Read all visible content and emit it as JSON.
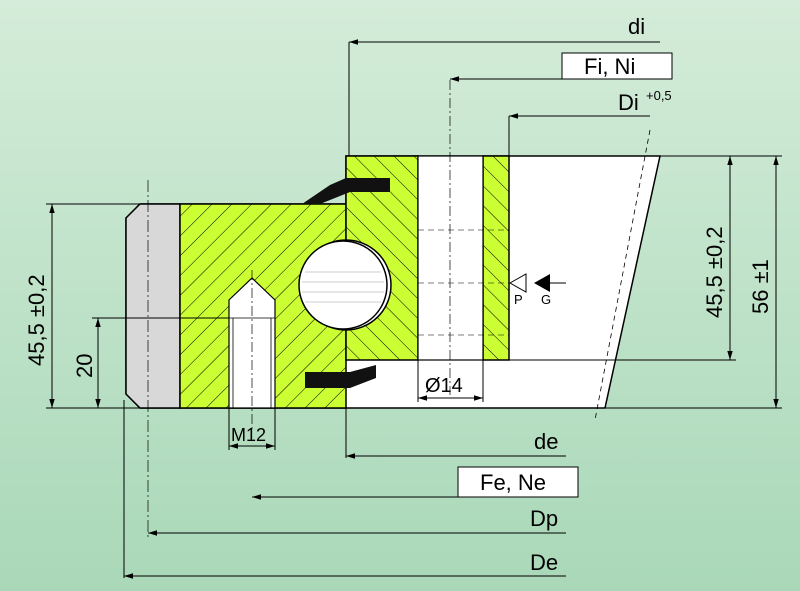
{
  "colors": {
    "background_top": "#d4ecd9",
    "background_bottom": "#a9d8b8",
    "ring_hatch_fill": "#ccff33",
    "seal": "#111111",
    "line": "#000000"
  },
  "labels": {
    "di": "di",
    "fi_ni": "Fi, Ni",
    "di_main": "Di",
    "di_tolerance": "+0,5",
    "de": "de",
    "fe_ne": "Fe, Ne",
    "dp": "Dp",
    "de_outer": "De",
    "m12": "M12",
    "hole_dia": "Ø14",
    "p": "P",
    "g": "G",
    "dim_left_height": "45,5 ±0,2",
    "dim_left_20": "20",
    "dim_right_height": "45,5 ±0,2",
    "dim_right_56": "56 ±1"
  }
}
